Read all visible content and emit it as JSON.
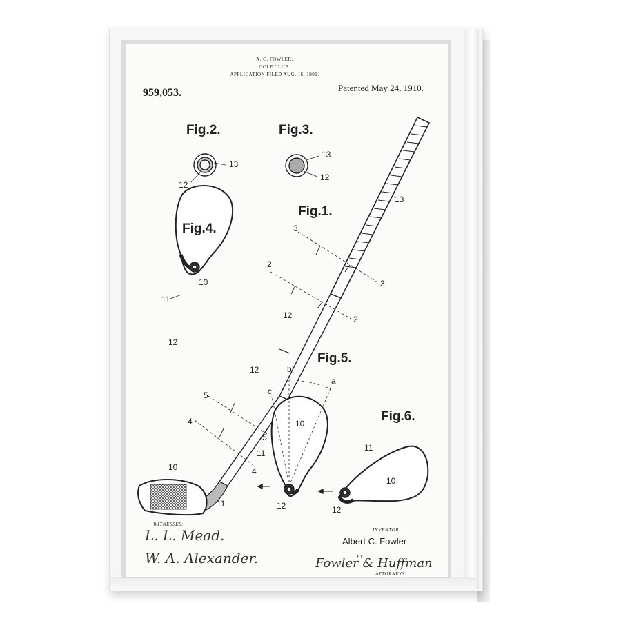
{
  "header": {
    "inventor_name": "A. C. FOWLER.",
    "title": "GOLF CLUB.",
    "application": "APPLICATION FILED AUG. 16, 1909."
  },
  "patent_number": "959,053.",
  "patented_date": "Patented May 24, 1910.",
  "figures": {
    "fig1": "Fig.1.",
    "fig2": "Fig.2.",
    "fig3": "Fig.3.",
    "fig4": "Fig.4.",
    "fig5": "Fig.5.",
    "fig6": "Fig.6."
  },
  "numbers": {
    "n2_13": "13",
    "n2_12": "12",
    "n3_13": "13",
    "n3_12": "12",
    "n4_10": "10",
    "n4_11": "11",
    "n4_12": "12",
    "n1_13": "13",
    "n1_3a": "3",
    "n1_3b": "3",
    "n1_2a": "2",
    "n1_2b": "2",
    "n1_12a": "12",
    "n1_12b": "12",
    "n1_5a": "5",
    "n1_5b": "5",
    "n1_4a": "4",
    "n1_4b": "4",
    "n1_10": "10",
    "n1_11": "11",
    "n5_b": "b",
    "n5_a": "a",
    "n5_c": "c",
    "n5_10": "10",
    "n5_11": "11",
    "n5_12": "12",
    "n6_11": "11",
    "n6_10": "10",
    "n6_12": "12"
  },
  "footer": {
    "witnesses_label": "WITNESSES:",
    "witness1": "L. L. Mead.",
    "witness2": "W. A. Alexander.",
    "inventor_label": "INVENTOR",
    "inventor": "Albert C. Fowler",
    "by_label": "BY",
    "attorney": "Fowler & Huffman",
    "attorneys_label": "ATTORNEYS"
  }
}
